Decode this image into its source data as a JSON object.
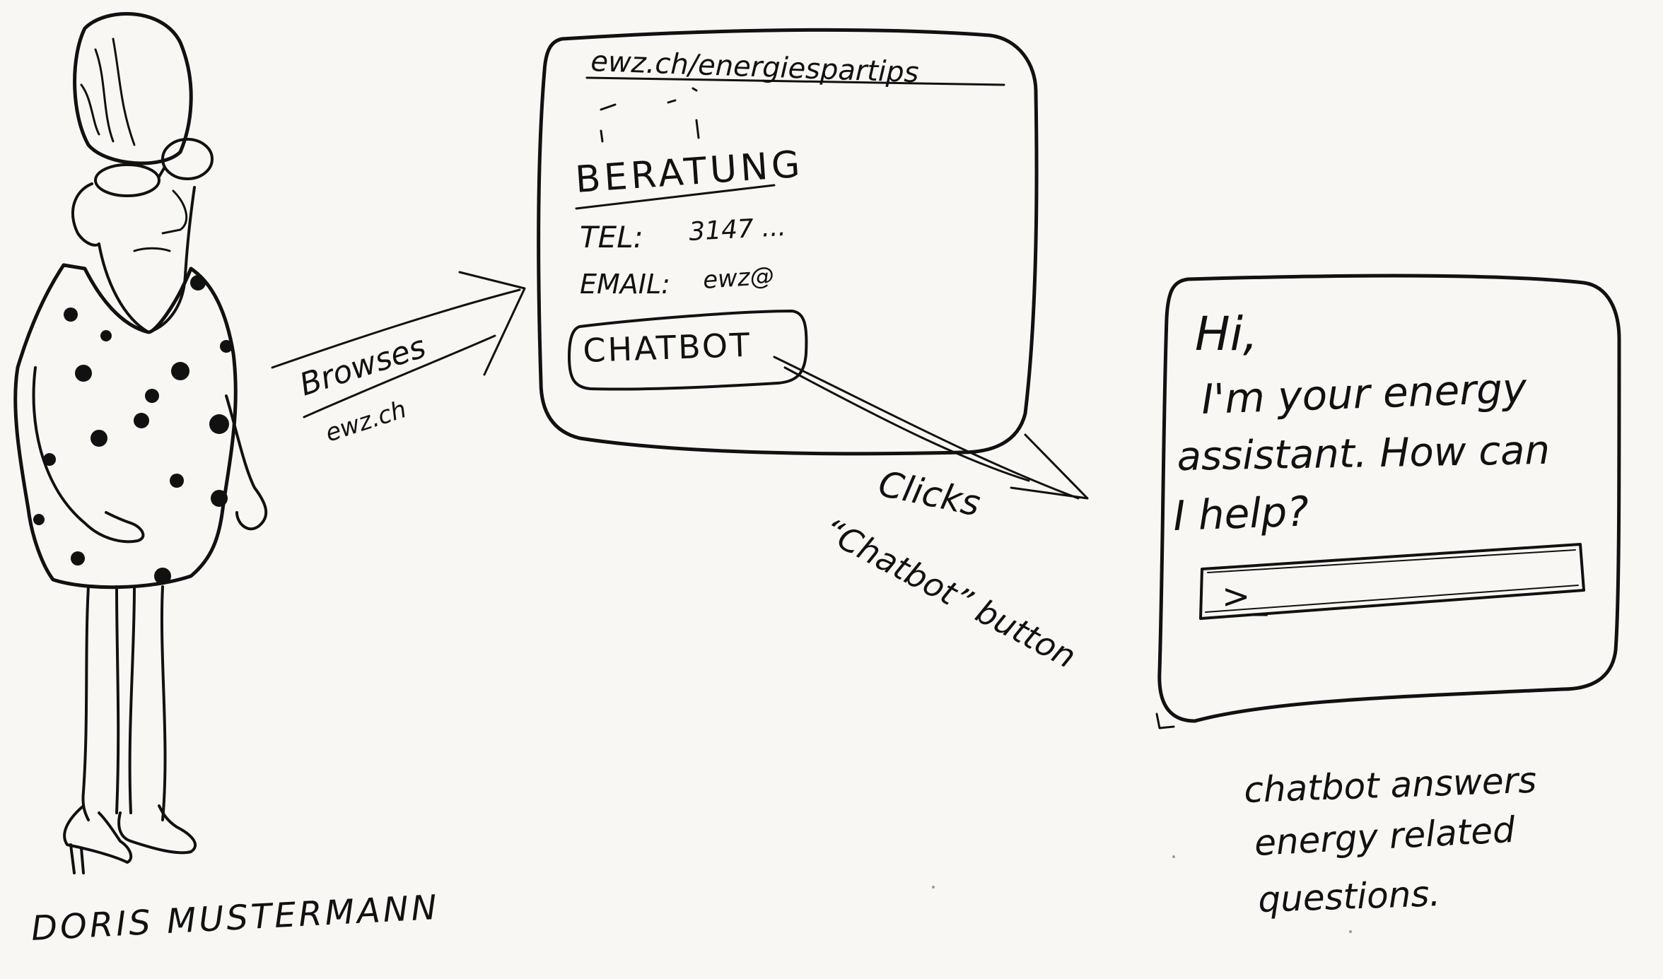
{
  "persona": {
    "name": "DORIS MUSTERMANN"
  },
  "step1": {
    "action": "Browses",
    "target": "ewz.ch"
  },
  "webpage": {
    "url": "ewz.ch/energiespartips",
    "section_heading": "BERATUNG",
    "tel_label": "TEL:",
    "tel_value": "3147 ...",
    "email_label": "EMAIL:",
    "email_value": "ewz@",
    "chatbot_button": "CHATBOT"
  },
  "step2": {
    "line1": "Clicks",
    "line2": "“Chatbot” button"
  },
  "chatbot_window": {
    "greeting": "Hi,",
    "message_line1": "I'm your energy",
    "message_line2": "assistant. How can",
    "message_line3": "I help?",
    "input_prompt": ">_"
  },
  "outcome": {
    "line1": "chatbot answers",
    "line2": "energy related",
    "line3": "questions."
  }
}
